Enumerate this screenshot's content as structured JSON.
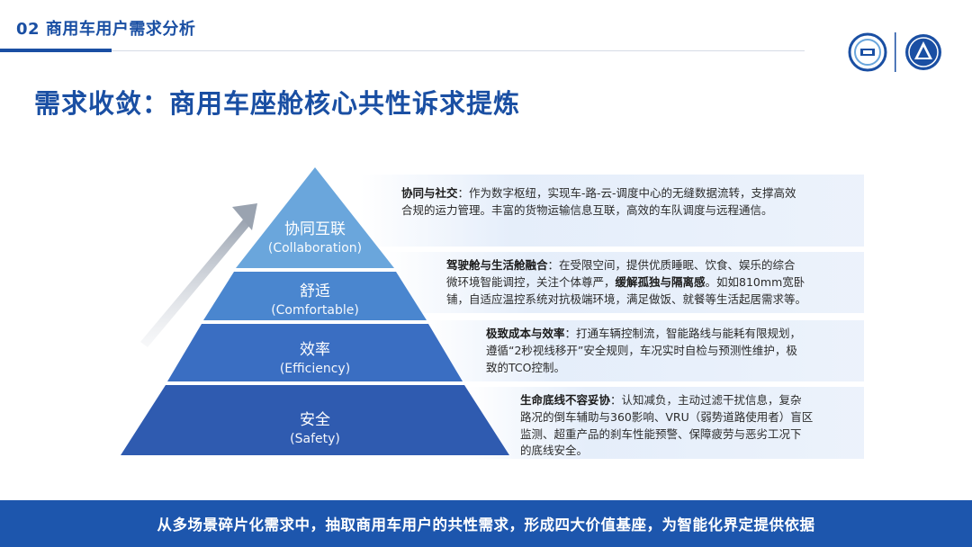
{
  "header": {
    "section_title": "02 商用车用户需求分析",
    "main_title": "需求收敛：商用车座舱核心共性诉求提炼"
  },
  "pyramid": {
    "tiers": [
      {
        "cn": "协同互联",
        "en": "(Collaboration)"
      },
      {
        "cn": "舒适",
        "en": "(Comfortable)"
      },
      {
        "cn": "效率",
        "en": "(Efficiency)"
      },
      {
        "cn": "安全",
        "en": "(Safety)"
      }
    ]
  },
  "descriptions": [
    {
      "title": "协同与社交",
      "text_line1": "：作为数字枢纽，实现车-路-云-调度中心的无缝数据流转，支撑高效",
      "text_line2": "合规的运力管理。丰富的货物运输信息互联，高效的车队调度与远程通信。"
    },
    {
      "title": "驾驶舱与生活舱融合",
      "text_line1": "：在受限空间，提供优质睡眠、饮食、娱乐的综合",
      "text_line2a": "微环境智能调控，关注个体尊严，",
      "text_bold": "缓解孤独与隔离感",
      "text_line2b": "。如如810mm宽卧",
      "text_line3": "铺，自适应温控系统对抗极端环境，满足做饭、就餐等生活起居需求等。"
    },
    {
      "title": "极致成本与效率",
      "text_line1": "：打通车辆控制流，智能路线与能耗有限规划，",
      "text_line2": "遵循“2秒视线移开”安全规则，车况实时自检与预测性维护，极",
      "text_line3": "致的TCO控制。"
    },
    {
      "title": "生命底线不容妥协",
      "text_line1": "：认知减负，主动过滤干扰信息，复杂",
      "text_line2": "路况的倒车辅助与360影响、VRU（弱势道路使用者）盲区",
      "text_line3": "监测、超重产品的刹车性能预警、保障疲劳与恶劣工况下",
      "text_line4": "的底线安全。"
    }
  ],
  "footer": {
    "text": "从多场景碎片化需求中，抽取商用车用户的共性需求，形成四大价值基座，为智能化界定提供依据"
  },
  "colors": {
    "brand_blue": "#1a4fa3",
    "footer_blue": "#1d56ad",
    "tier_top": "#6aa6dc",
    "tier_2": "#4a86cf",
    "tier_3": "#3a6ec2",
    "tier_bottom": "#2f5bb0"
  },
  "icons": {
    "logo_left": "cic-logo-icon",
    "logo_right": "association-emblem-icon",
    "arrow": "upward-arrow-icon"
  }
}
